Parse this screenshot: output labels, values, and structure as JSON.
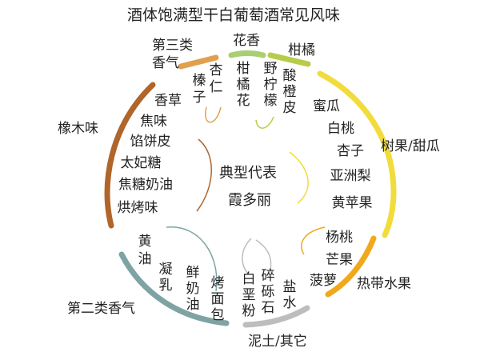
{
  "title": "酒体饱满型干白葡萄酒常见风味",
  "center": {
    "line1": "典型代表",
    "line2": "霞多丽"
  },
  "colors": {
    "floral": "#a8cf72",
    "citrus": "#b9cc4a",
    "tree_fruit": "#f2dc3c",
    "tropical": "#f0a81c",
    "earth": "#bdbdbd",
    "secondary": "#7fa3a3",
    "oak": "#b0652a",
    "tertiary": "#e0a050"
  },
  "categories": {
    "floral": "花香",
    "citrus": "柑橘",
    "tree_fruit": "树果/甜瓜",
    "tropical": "热带水果",
    "earth": "泥土/其它",
    "secondary": "第二类香气",
    "oak": "橡木味",
    "tertiary_line1": "第三类",
    "tertiary_line2": "香气"
  },
  "items": {
    "floral": [
      "柑",
      "橘",
      "花"
    ],
    "citrus_col1": [
      "野",
      "柠",
      "檬"
    ],
    "citrus_col2": [
      "酸",
      "橙",
      "皮"
    ],
    "tree_fruit": [
      "蜜瓜",
      "白桃",
      "杏子",
      "亚洲梨",
      "黄苹果"
    ],
    "tropical": [
      "杨桃",
      "芒果",
      "菠萝"
    ],
    "earth_col1": [
      "白",
      "垩",
      "粉"
    ],
    "earth_col2": [
      "碎",
      "砾",
      "石"
    ],
    "earth_col3": [
      "盐",
      "水"
    ],
    "secondary_col1": [
      "黄",
      "油"
    ],
    "secondary_col2": [
      "凝",
      "乳"
    ],
    "secondary_col3": [
      "鲜",
      "奶",
      "油"
    ],
    "secondary_col4": [
      "烤",
      "面",
      "包"
    ],
    "oak": [
      "香草",
      "焦味",
      "馅饼皮",
      "太妃糖",
      "焦糖奶油",
      "烘烤味"
    ],
    "tertiary_col1": [
      "榛",
      "子"
    ],
    "tertiary_col2": [
      "杏",
      "仁"
    ]
  }
}
